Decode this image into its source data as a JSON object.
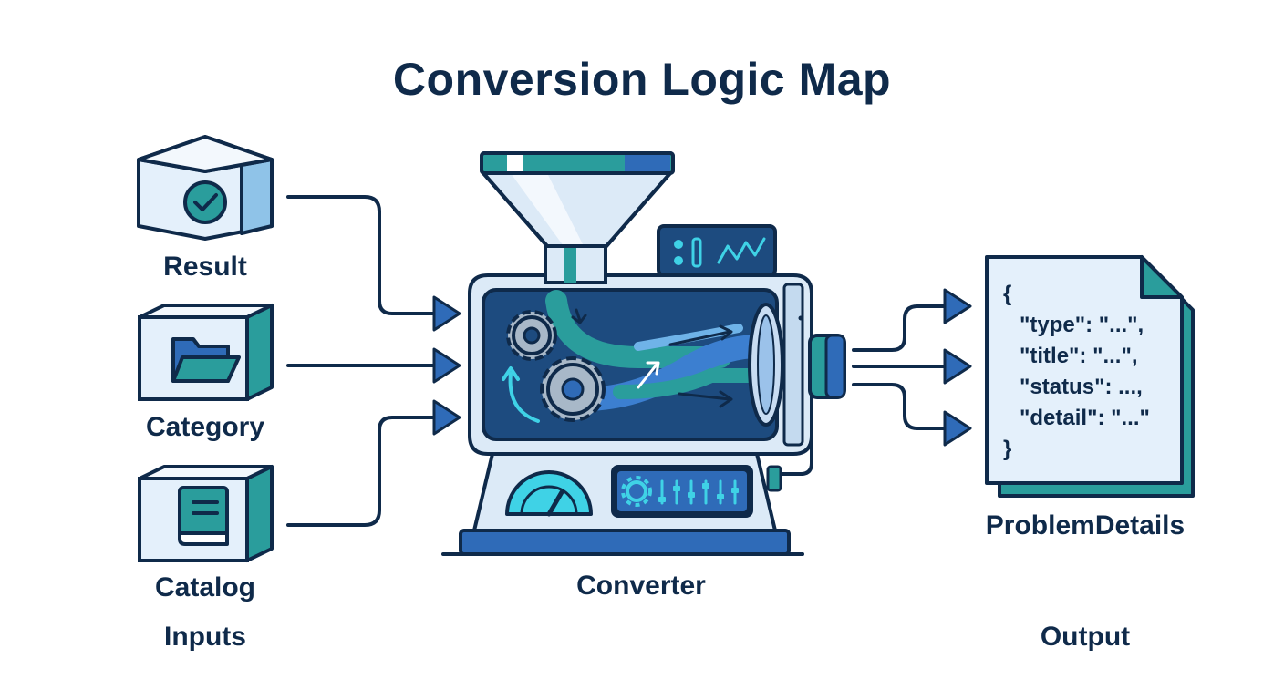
{
  "title": "Conversion Logic Map",
  "inputs": {
    "section_label": "Inputs",
    "items": [
      {
        "label": "Result",
        "icon": "checkmark-icon"
      },
      {
        "label": "Category",
        "icon": "folder-icon"
      },
      {
        "label": "Catalog",
        "icon": "book-icon"
      }
    ]
  },
  "converter": {
    "label": "Converter"
  },
  "output": {
    "section_label": "Output",
    "label": "ProblemDetails",
    "code_lines": [
      "{",
      "\"type\": \"...\",",
      "\"title\": \"...\",",
      "\"status\": ...,",
      "\"detail\": \"...\"",
      "}"
    ]
  },
  "colors": {
    "navy": "#0f2a4a",
    "teal": "#2a9d9c",
    "blue": "#2f6bb8",
    "light": "#dceaf7",
    "cyan": "#3fd2e6"
  }
}
